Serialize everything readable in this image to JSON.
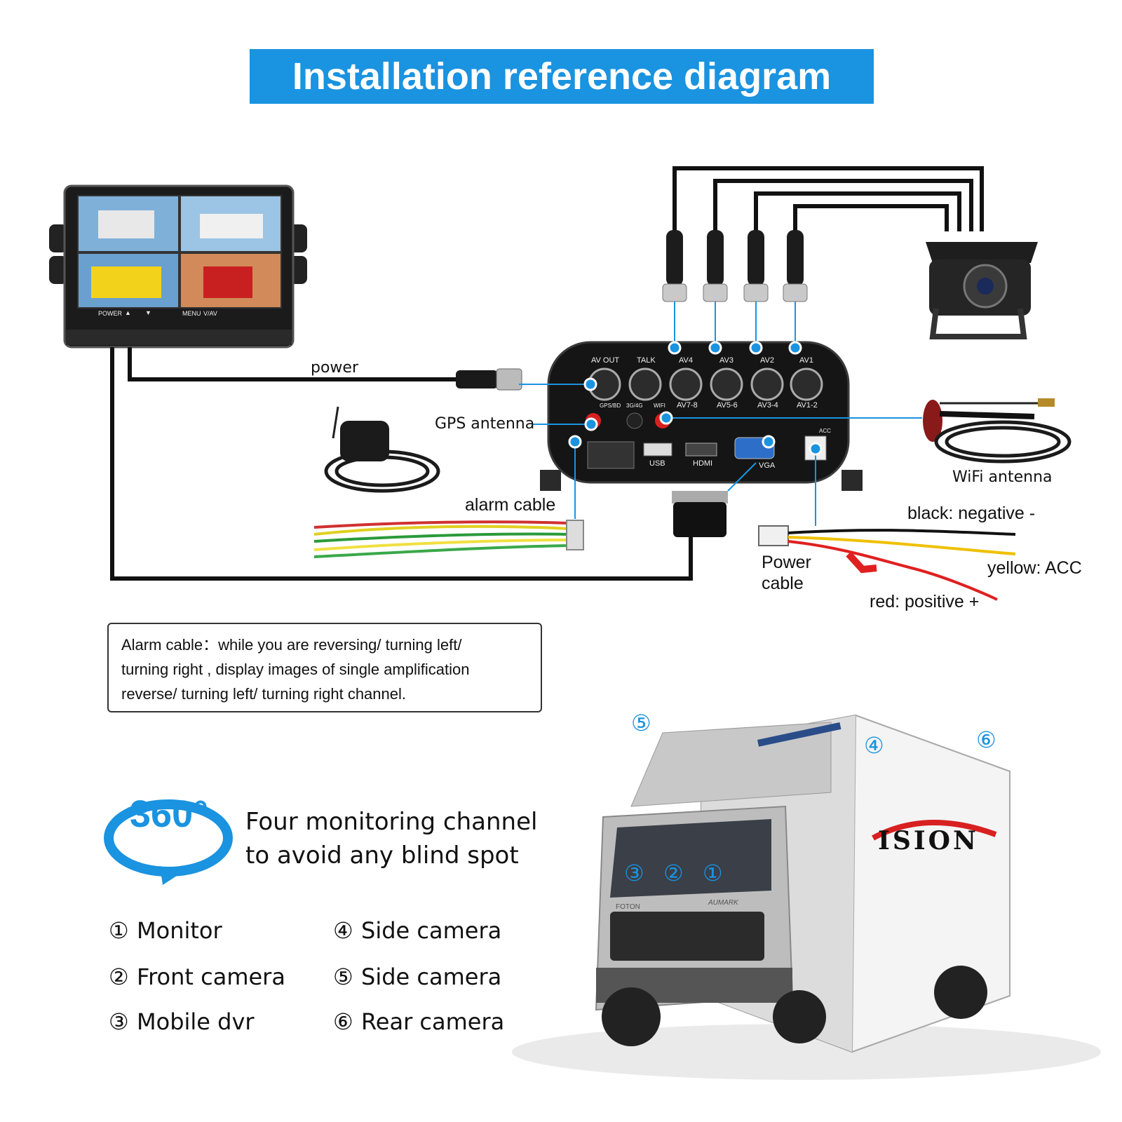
{
  "title": "Installation reference diagram",
  "labels": {
    "power": "power",
    "gps_antenna": "GPS antenna",
    "wifi_antenna": "WiFi antenna",
    "alarm_cable": "alarm cable",
    "power_cable_line1": "Power",
    "power_cable_line2": "cable",
    "black_negative": "black: negative -",
    "yellow_acc": "yellow: ACC",
    "red_positive": "red: positive +"
  },
  "dvr_ports": {
    "top": [
      "AV OUT",
      "TALK",
      "AV4",
      "AV3",
      "AV2",
      "AV1"
    ],
    "bottom": [
      "GPS/BD",
      "3G/4G",
      "WIFI",
      "AV7-8",
      "AV5-6",
      "AV3-4",
      "AV1-2"
    ],
    "front": [
      "USB",
      "HDMI",
      "VGA",
      "ACC"
    ],
    "monitor_buttons": [
      "POWER",
      "▲",
      "▼",
      "MENU",
      "V/AV"
    ]
  },
  "note": {
    "line1": "Alarm cable：while you are reversing/ turning left/",
    "line2": "turning right , display images of single amplification",
    "line3": "reverse/ turning left/ turning right channel."
  },
  "feature": {
    "deg": "360°",
    "line1": "Four monitoring channel",
    "line2": "to avoid any blind spot"
  },
  "legend": [
    {
      "num": "①",
      "text": "Monitor"
    },
    {
      "num": "②",
      "text": "Front camera"
    },
    {
      "num": "③",
      "text": "Mobile dvr"
    },
    {
      "num": "④",
      "text": "Side camera"
    },
    {
      "num": "⑤",
      "text": "Side camera"
    },
    {
      "num": "⑥",
      "text": "Rear camera"
    }
  ],
  "truck_markers": [
    "⑤",
    "④",
    "⑥",
    "③",
    "②",
    "①"
  ],
  "truck": {
    "logo": "ISION",
    "cab_brand": "FOTON",
    "cab_model": "AUMARK"
  },
  "colors": {
    "accent": "#1a93e0",
    "cable": "#111111",
    "red_wire": "#e02020",
    "yellow_wire": "#f0c000"
  }
}
